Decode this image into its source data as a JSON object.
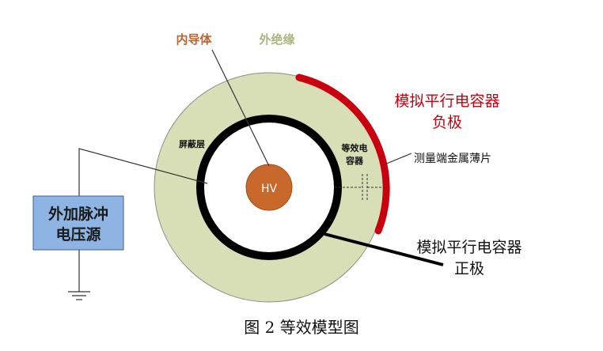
{
  "labels": {
    "inner_conductor": "内导体",
    "outer_insulation": "外绝缘",
    "shield_layer": "屏蔽层",
    "equiv_capacitor_line1": "等效电",
    "equiv_capacitor_line2": "容器",
    "neg_plate_line1": "模拟平行电容器",
    "neg_plate_line2": "负极",
    "metal_sheet": "测量端金属薄片",
    "pos_plate_line1": "模拟平行电容器",
    "pos_plate_line2": "正极",
    "hv": "HV",
    "pulse_source_line1": "外加脉冲",
    "pulse_source_line2": "电压源",
    "caption": "图 2  等效模型图"
  },
  "colors": {
    "outer_insulation_fill": "#d8dfb6",
    "shield_ring": "#000000",
    "inner_white": "#ffffff",
    "hv_core": "#c8682a",
    "negative_plate": "#c8000f",
    "source_box": "#8eb4e3",
    "inner_conductor_text": "#c0632a",
    "outer_insulation_text": "#a9b57e",
    "negative_plate_text": "#c8000f"
  }
}
